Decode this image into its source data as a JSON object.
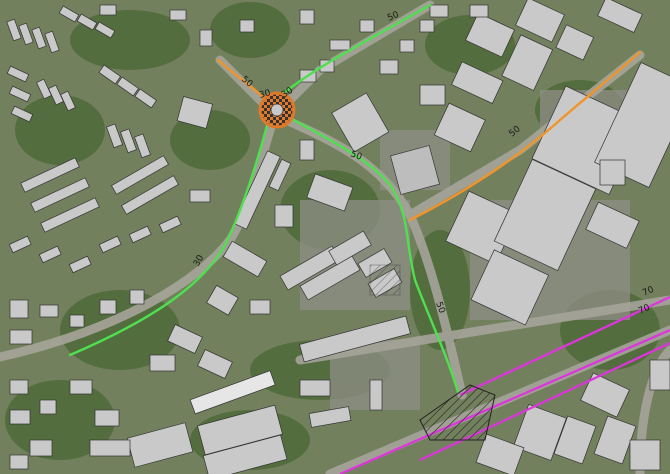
{
  "map": {
    "colors": {
      "residential_street": "#4fe04f",
      "collector": "#f0952a",
      "arterial": "#e033e0",
      "buildings": "#c9c9c9",
      "vegetation": "#4e6a3a"
    },
    "labels": {
      "speed_50_north": "50",
      "speed_30_roundabout_w": "30",
      "speed_30_roundabout_e": "30",
      "speed_50_orange_nw": "50",
      "speed_50_center": "50",
      "speed_30_west": "30",
      "speed_50_east": "50",
      "speed_50_south": "50",
      "speed_70_upper": "70",
      "speed_70_lower": "70"
    }
  }
}
